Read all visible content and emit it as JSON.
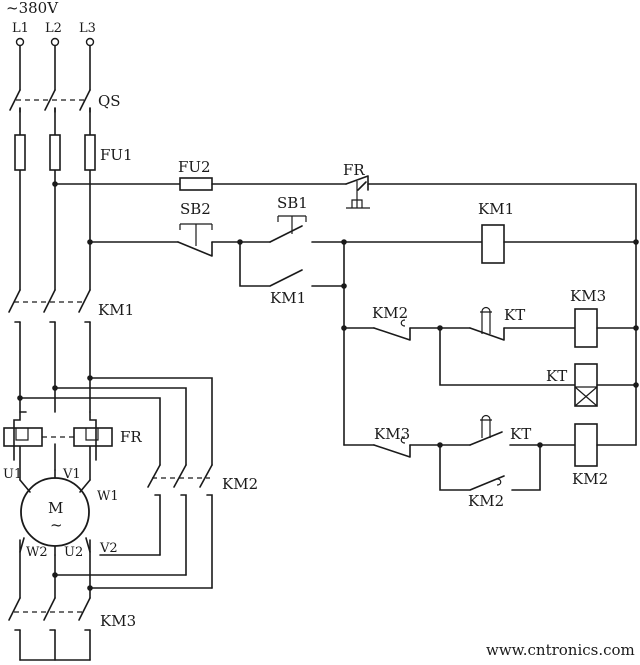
{
  "supply": {
    "voltage": "~380V",
    "phases": [
      "L1",
      "L2",
      "L3"
    ]
  },
  "labels": {
    "qs": "QS",
    "fu1": "FU1",
    "fu2": "FU2",
    "fr_nc": "FR",
    "sb2": "SB2",
    "sb1": "SB1",
    "km1_coil": "KM1",
    "km1_aux": "KM1",
    "km1_main": "KM1",
    "fr_thermal": "FR",
    "km2_main": "KM2",
    "km3_main": "KM3",
    "km2_nc": "KM2",
    "kt_nc": "KT",
    "km3_coil": "KM3",
    "kt_coil": "KT",
    "km3_nc": "KM3",
    "kt_no": "KT",
    "km2_coil": "KM2",
    "km2_aux": "KM2",
    "motor": "M",
    "motor_sym": "~",
    "u1": "U1",
    "v1": "V1",
    "w1": "W1",
    "w2": "W2",
    "u2": "U2",
    "v2": "V2"
  },
  "watermark": "www.cntronics.com"
}
